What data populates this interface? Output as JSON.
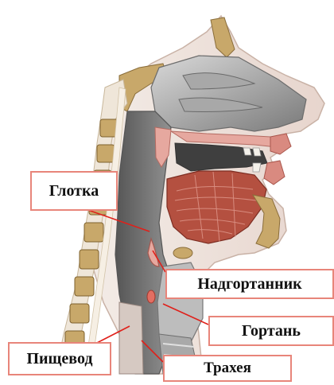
{
  "labels": {
    "pharynx": "Глотка",
    "epiglottis": "Надгортанник",
    "larynx": "Гортань",
    "esophagus": "Пищевод",
    "trachea": "Трахея"
  },
  "colors": {
    "box_border": "#e8857a",
    "leader_line": "#e0201a",
    "tissue_pink": "#eab7ae",
    "bone_tan": "#c8a86a",
    "cavity_gray": "#8c8c8c",
    "muscle_red": "#b45040",
    "skin_light": "#efe3dc"
  }
}
